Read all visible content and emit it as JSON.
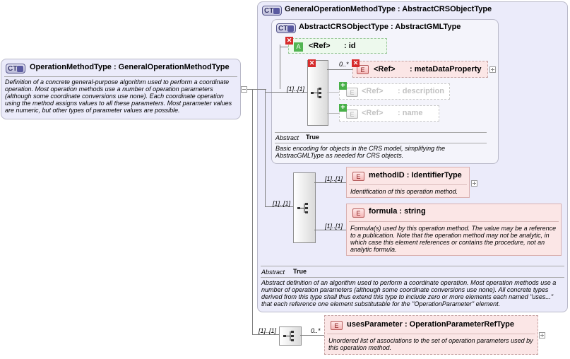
{
  "root": {
    "badge": "CT",
    "title": "OperationMethodType : GeneralOperationMethodType",
    "description": "Definition of a concrete general-purpose algorithm used to perform a coordinate operation. Most operation methods use a number of operation parameters (although some coordinate conversions use none). Each coordinate operation using the method assigns values to all these parameters. Most parameter values are numeric, but other types of parameter values are possible."
  },
  "general": {
    "badge": "CT",
    "title": "GeneralOperationMethodType : AbstractCRSObjectType",
    "abstract_label": "Abstract",
    "abstract_value": "True",
    "description": "Abstract definition of an algorithm used to perform a coordinate operation. Most operation methods use a number of operation parameters (although some coordinate conversions use none). All concrete types derived from this type shall thus extend this type to include zero or more elements each named \"uses...\" that each reference one element substitutable for the \"OperationParameter\" element.",
    "seq_multiplicity": "[1]..[1]",
    "methodID": {
      "badge": "E",
      "title": "methodID : IdentifierType",
      "multiplicity": "[1]..[1]",
      "description": "Identification of this operation method."
    },
    "formula": {
      "badge": "E",
      "title": "formula : string",
      "multiplicity": "[1]..[1]",
      "description": "Formula(s) used by this operation method. The value may be a reference to a publication. Note that the operation method may not be analytic, in which case this element references or contains the procedure, not an analytic formula."
    }
  },
  "abstract_crs": {
    "badge": "CT",
    "title": "AbstractCRSObjectType : AbstractGMLType",
    "seq_multiplicity": "[1]..[1]",
    "id_attr": {
      "badge": "A",
      "ref": "<Ref>",
      "name": ": id"
    },
    "meta": {
      "badge": "E",
      "ref": "<Ref>",
      "name": ": metaDataProperty",
      "multiplicity": "0..*"
    },
    "description_el": {
      "badge": "E",
      "ref": "<Ref>",
      "name": ": description"
    },
    "name_el": {
      "badge": "E",
      "ref": "<Ref>",
      "name": ": name"
    },
    "abstract_label": "Abstract",
    "abstract_value": "True",
    "description": "Basic encoding for objects in the CRS model, simplifying the AbstracGMLType as needed for CRS objects."
  },
  "usesParameter": {
    "seq_multiplicity": "[1]..[1]",
    "badge": "E",
    "title": "usesParameter : OperationParameterRefType",
    "multiplicity": "0..*",
    "description": "Unordered list of associations to the set of operation parameters used by this operation method."
  },
  "colors": {
    "ct_panel": "#ebebfa",
    "element": "#fbe6e6",
    "attribute": "#52b552",
    "remove": "#d62b2b"
  },
  "icons": [
    "complex-type-icon",
    "element-icon",
    "attribute-icon",
    "sequence-icon",
    "expand-icon",
    "remove-icon",
    "add-icon"
  ]
}
